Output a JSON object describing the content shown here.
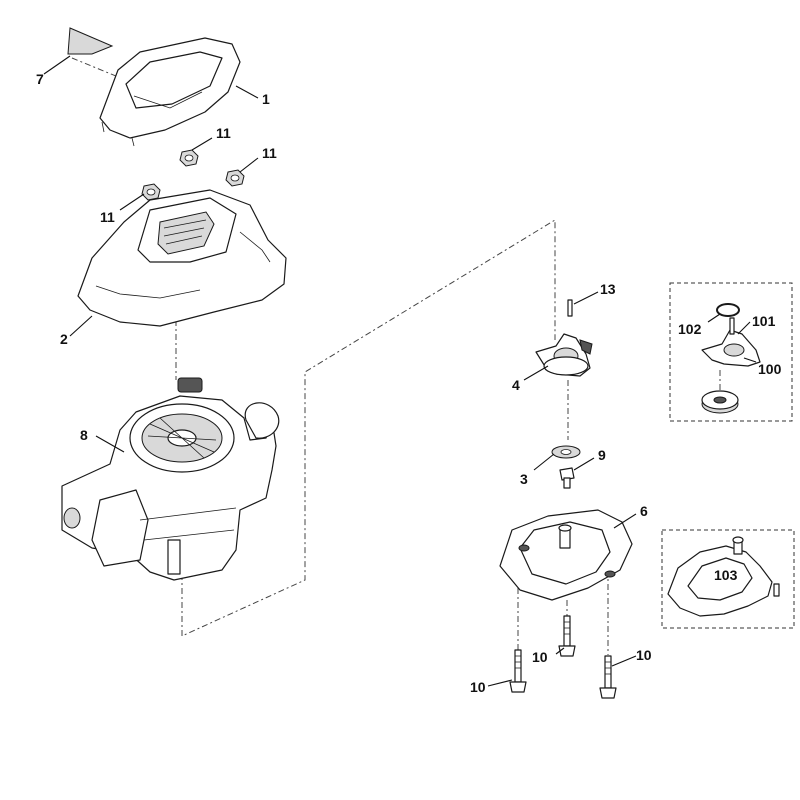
{
  "labels": {
    "p1": "1",
    "p2": "2",
    "p3": "3",
    "p4": "4",
    "p6": "6",
    "p7": "7",
    "p8": "8",
    "p9": "9",
    "p10a": "10",
    "p10b": "10",
    "p10c": "10",
    "p11a": "11",
    "p11b": "11",
    "p11c": "11",
    "p13": "13",
    "p100": "100",
    "p101": "101",
    "p102": "102",
    "p103": "103"
  },
  "colors": {
    "line": "#1a1a1a",
    "shade": "#d9d9d9",
    "background": "#ffffff"
  }
}
